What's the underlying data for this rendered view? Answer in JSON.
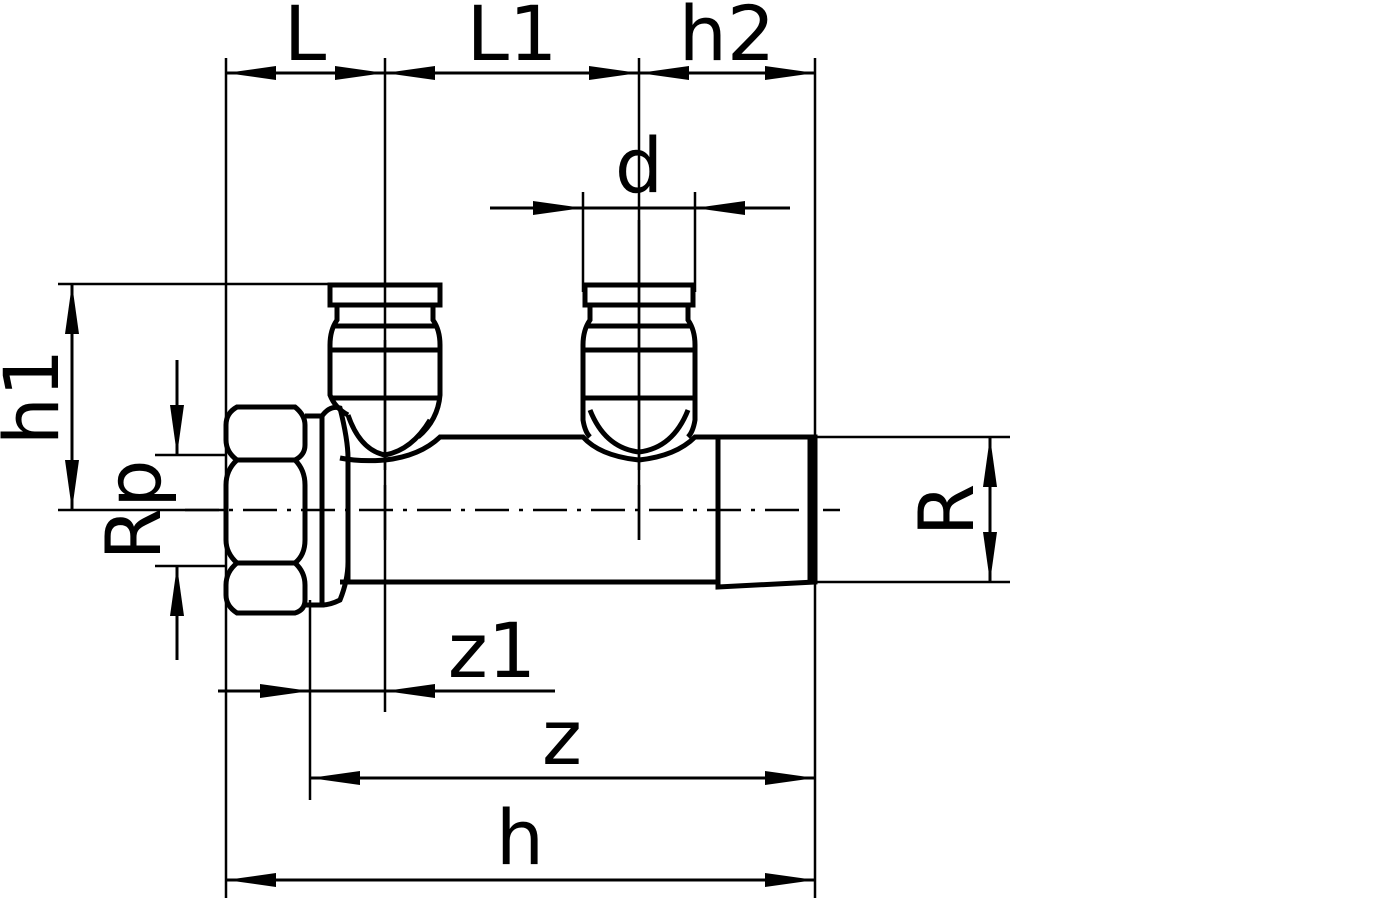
{
  "labels": {
    "L": "L",
    "L1": "L1",
    "h2": "h2",
    "d": "d",
    "h1": "h1",
    "Rp": "Rp",
    "R": "R",
    "z1": "z1",
    "z": "z",
    "h": "h"
  },
  "colors": {
    "ink": "#000000",
    "paper": "#ffffff"
  }
}
